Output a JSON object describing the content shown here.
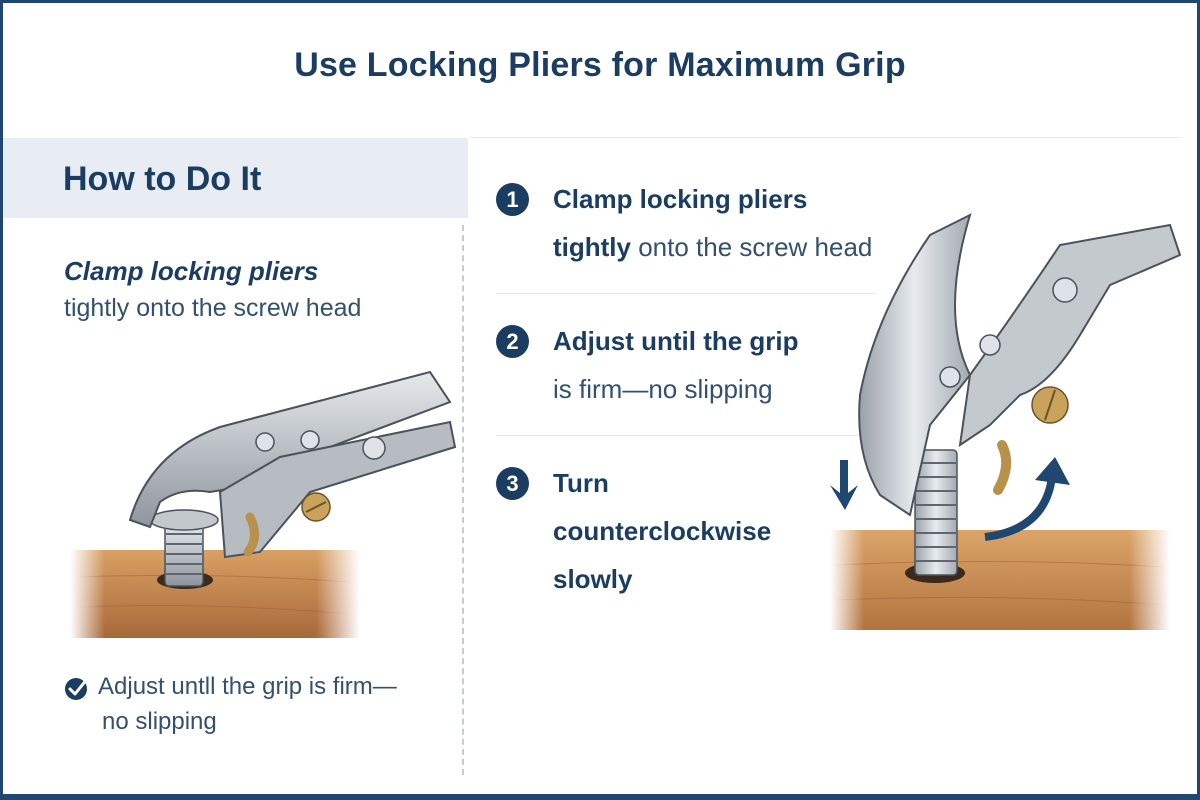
{
  "title": "Use Locking Pliers for Maximum Grip",
  "left_panel": {
    "header": "How to Do It",
    "intro_emphasis": "Clamp locking pliers",
    "intro_rest": "tightly onto the screw head",
    "illustration": "locking-pliers-gripping-screw-illustration",
    "note": {
      "icon": "check-circle-icon",
      "line1": "Adjust untll the grip is firm—",
      "line2": "no slipping"
    }
  },
  "steps": [
    {
      "number": "1",
      "bold": "Clamp locking pliers",
      "bold2": "tightly",
      "rest": " onto the screw head"
    },
    {
      "number": "2",
      "bold": "Adjust until the grip",
      "rest_line": "is firm—no slipping"
    },
    {
      "number": "3",
      "line1": "Turn",
      "line2": "counterclockwise",
      "line3": "slowly"
    }
  ],
  "right_illustration": "locking-pliers-turning-screw-counterclockwise-illustration",
  "colors": {
    "accent": "#1b3d62",
    "frame": "#1f4770",
    "header_bg": "#e8edf4",
    "body_text": "#33506e",
    "wood": "#c98a4b",
    "steel": "#b9bec4",
    "brass": "#b8924a"
  }
}
